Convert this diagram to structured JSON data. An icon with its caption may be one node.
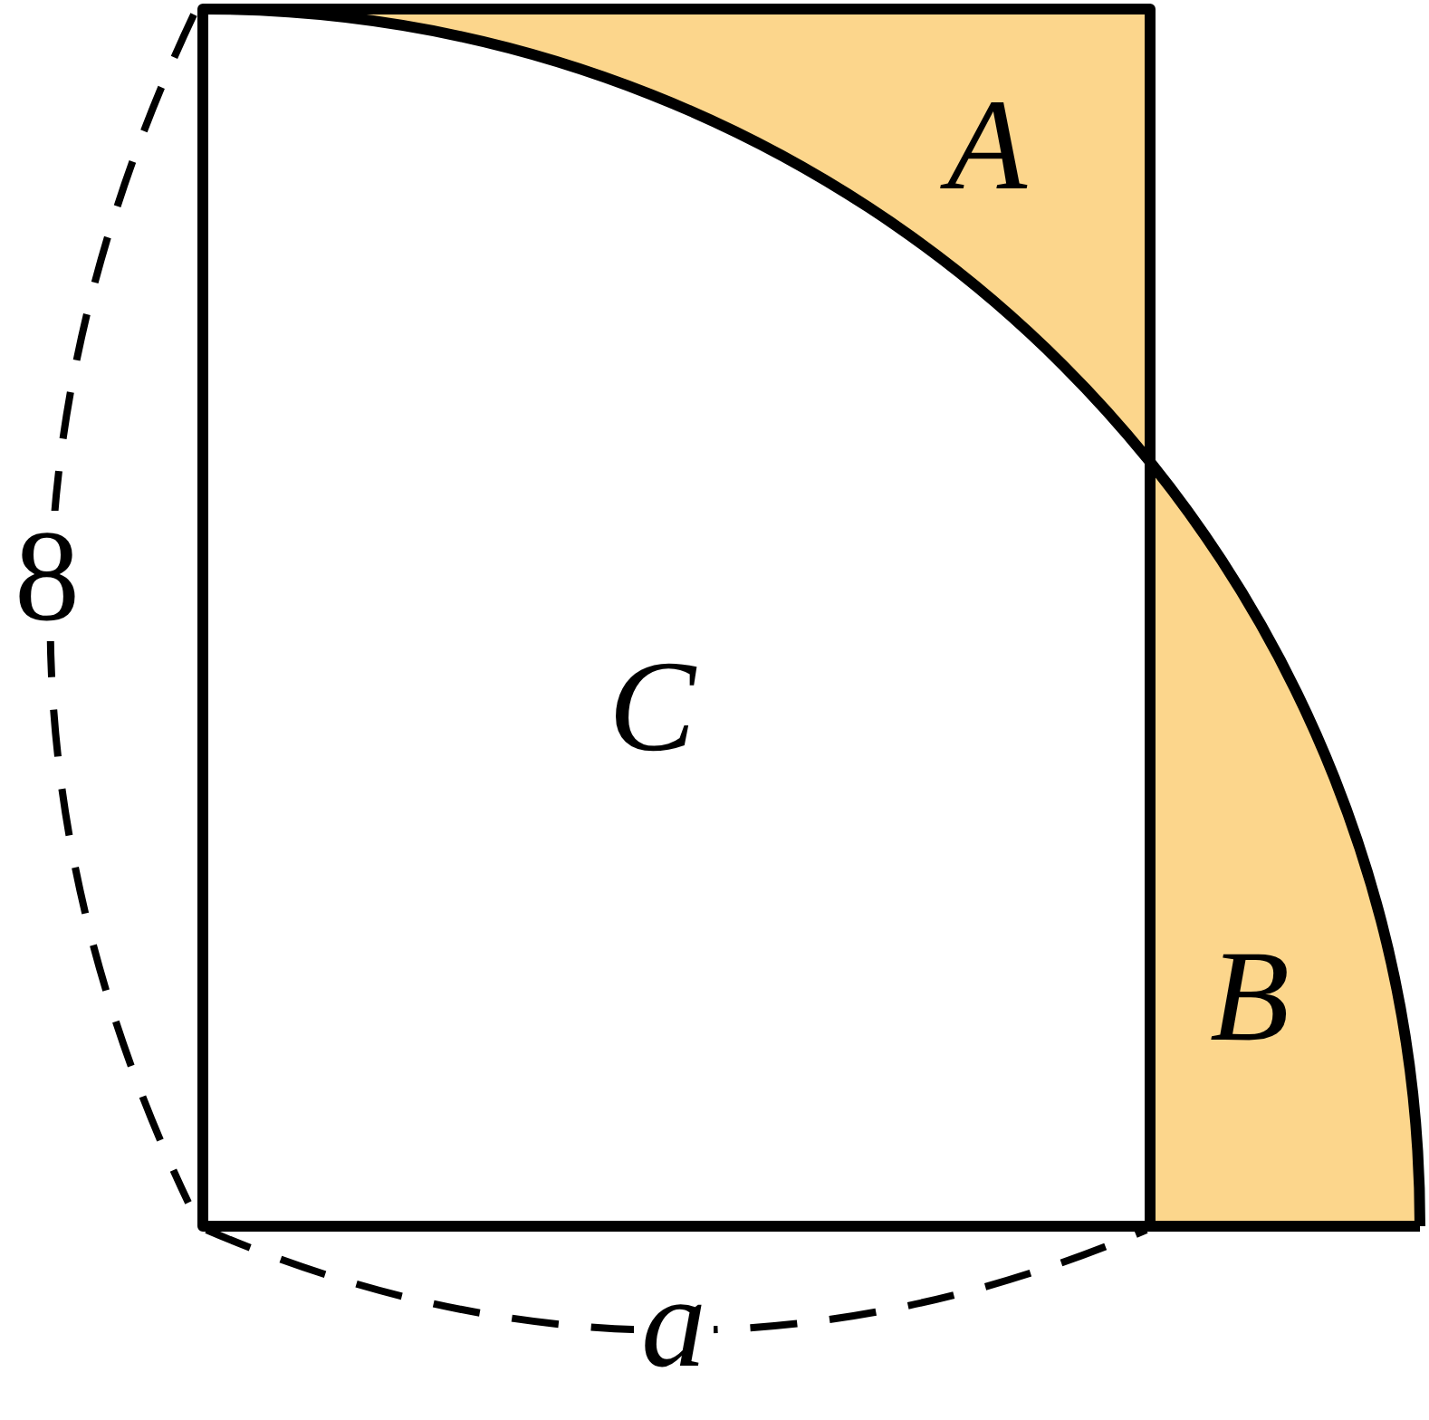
{
  "diagram": {
    "labels": [
      "A",
      "8",
      "C",
      "B",
      "a"
    ]
  }
}
